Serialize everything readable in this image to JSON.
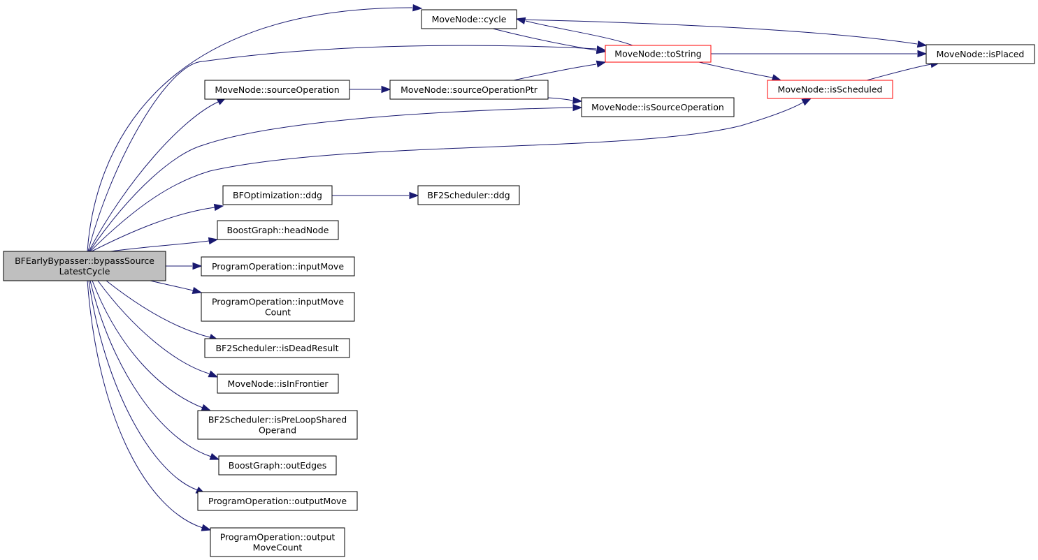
{
  "graph": {
    "nodes": [
      {
        "id": "root",
        "lines": [
          "BFEarlyBypasser::bypassSource",
          "LatestCycle"
        ],
        "style": "root"
      },
      {
        "id": "cycle",
        "lines": [
          "MoveNode::cycle"
        ]
      },
      {
        "id": "toString",
        "lines": [
          "MoveNode::toString"
        ],
        "style": "red"
      },
      {
        "id": "isPlaced",
        "lines": [
          "MoveNode::isPlaced"
        ]
      },
      {
        "id": "sourceOperation",
        "lines": [
          "MoveNode::sourceOperation"
        ]
      },
      {
        "id": "sourceOperationPtr",
        "lines": [
          "MoveNode::sourceOperationPtr"
        ]
      },
      {
        "id": "isScheduled",
        "lines": [
          "MoveNode::isScheduled"
        ],
        "style": "red"
      },
      {
        "id": "isSourceOperation",
        "lines": [
          "MoveNode::isSourceOperation"
        ]
      },
      {
        "id": "bfoddg",
        "lines": [
          "BFOptimization::ddg"
        ]
      },
      {
        "id": "bf2ddg",
        "lines": [
          "BF2Scheduler::ddg"
        ]
      },
      {
        "id": "headNode",
        "lines": [
          "BoostGraph::headNode"
        ]
      },
      {
        "id": "inputMove",
        "lines": [
          "ProgramOperation::inputMove"
        ]
      },
      {
        "id": "inputMoveCount",
        "lines": [
          "ProgramOperation::inputMove",
          "Count"
        ]
      },
      {
        "id": "isDeadResult",
        "lines": [
          "BF2Scheduler::isDeadResult"
        ]
      },
      {
        "id": "isInFrontier",
        "lines": [
          "MoveNode::isInFrontier"
        ]
      },
      {
        "id": "isPreLoop",
        "lines": [
          "BF2Scheduler::isPreLoopShared",
          "Operand"
        ]
      },
      {
        "id": "outEdges",
        "lines": [
          "BoostGraph::outEdges"
        ]
      },
      {
        "id": "outputMove",
        "lines": [
          "ProgramOperation::outputMove"
        ]
      },
      {
        "id": "outputMoveCount",
        "lines": [
          "ProgramOperation::output",
          "MoveCount"
        ]
      }
    ],
    "edges": [
      [
        "root",
        "cycle"
      ],
      [
        "root",
        "toString"
      ],
      [
        "root",
        "sourceOperation"
      ],
      [
        "root",
        "isSourceOperation"
      ],
      [
        "root",
        "isScheduled"
      ],
      [
        "root",
        "bfoddg"
      ],
      [
        "root",
        "headNode"
      ],
      [
        "root",
        "inputMove"
      ],
      [
        "root",
        "inputMoveCount"
      ],
      [
        "root",
        "isDeadResult"
      ],
      [
        "root",
        "isInFrontier"
      ],
      [
        "root",
        "isPreLoop"
      ],
      [
        "root",
        "outEdges"
      ],
      [
        "root",
        "outputMove"
      ],
      [
        "root",
        "outputMoveCount"
      ],
      [
        "cycle",
        "toString"
      ],
      [
        "cycle",
        "isPlaced"
      ],
      [
        "toString",
        "cycle"
      ],
      [
        "toString",
        "isPlaced"
      ],
      [
        "toString",
        "isScheduled"
      ],
      [
        "isScheduled",
        "isPlaced"
      ],
      [
        "sourceOperation",
        "sourceOperationPtr"
      ],
      [
        "sourceOperationPtr",
        "toString"
      ],
      [
        "sourceOperationPtr",
        "isSourceOperation"
      ],
      [
        "bfoddg",
        "bf2ddg"
      ]
    ]
  }
}
